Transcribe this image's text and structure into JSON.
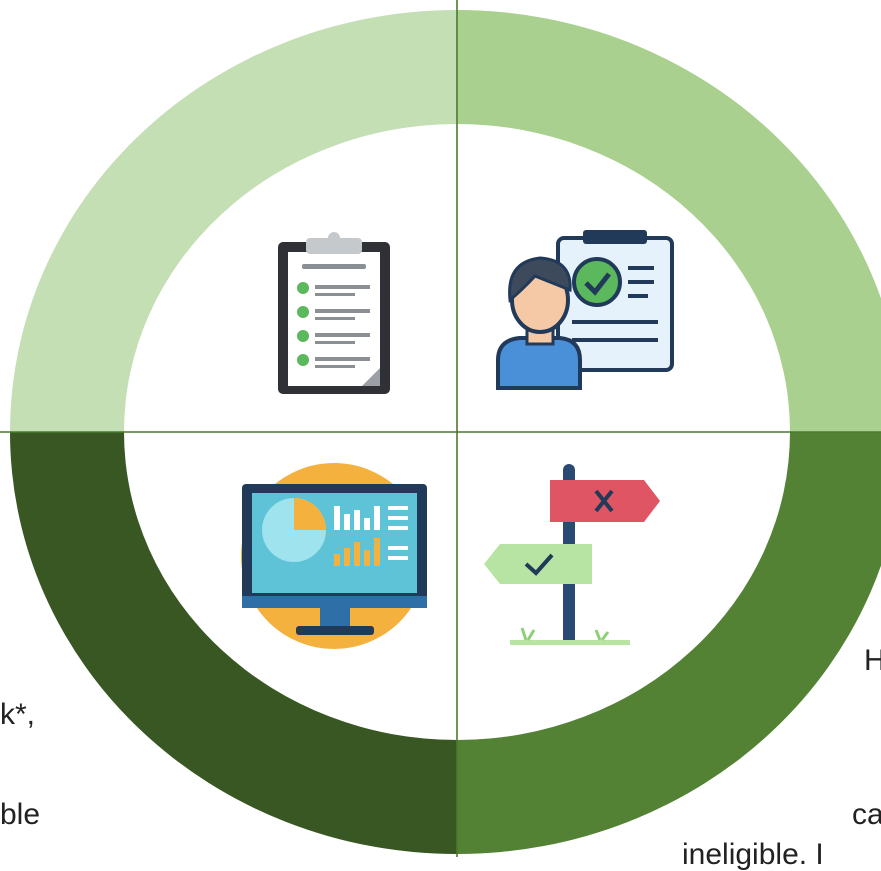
{
  "colors": {
    "top_left": "#c5dfb5",
    "top_right": "#a9d08e",
    "bottom_left": "#385723",
    "bottom_right": "#548235",
    "divider": "#4a7a2e",
    "center": "#ffffff"
  },
  "quadrants": [
    {
      "position": "top-left",
      "icon": "clipboard-checklist-icon"
    },
    {
      "position": "top-right",
      "icon": "person-approved-document-icon"
    },
    {
      "position": "bottom-left",
      "icon": "monitor-analytics-icon"
    },
    {
      "position": "bottom-right",
      "icon": "signpost-decision-icon"
    }
  ],
  "text_fragments": {
    "right_upper": "H",
    "left_upper": "k*,",
    "left_lower": "ble",
    "right_lower": "ca",
    "bottom": "ineligible. I"
  }
}
